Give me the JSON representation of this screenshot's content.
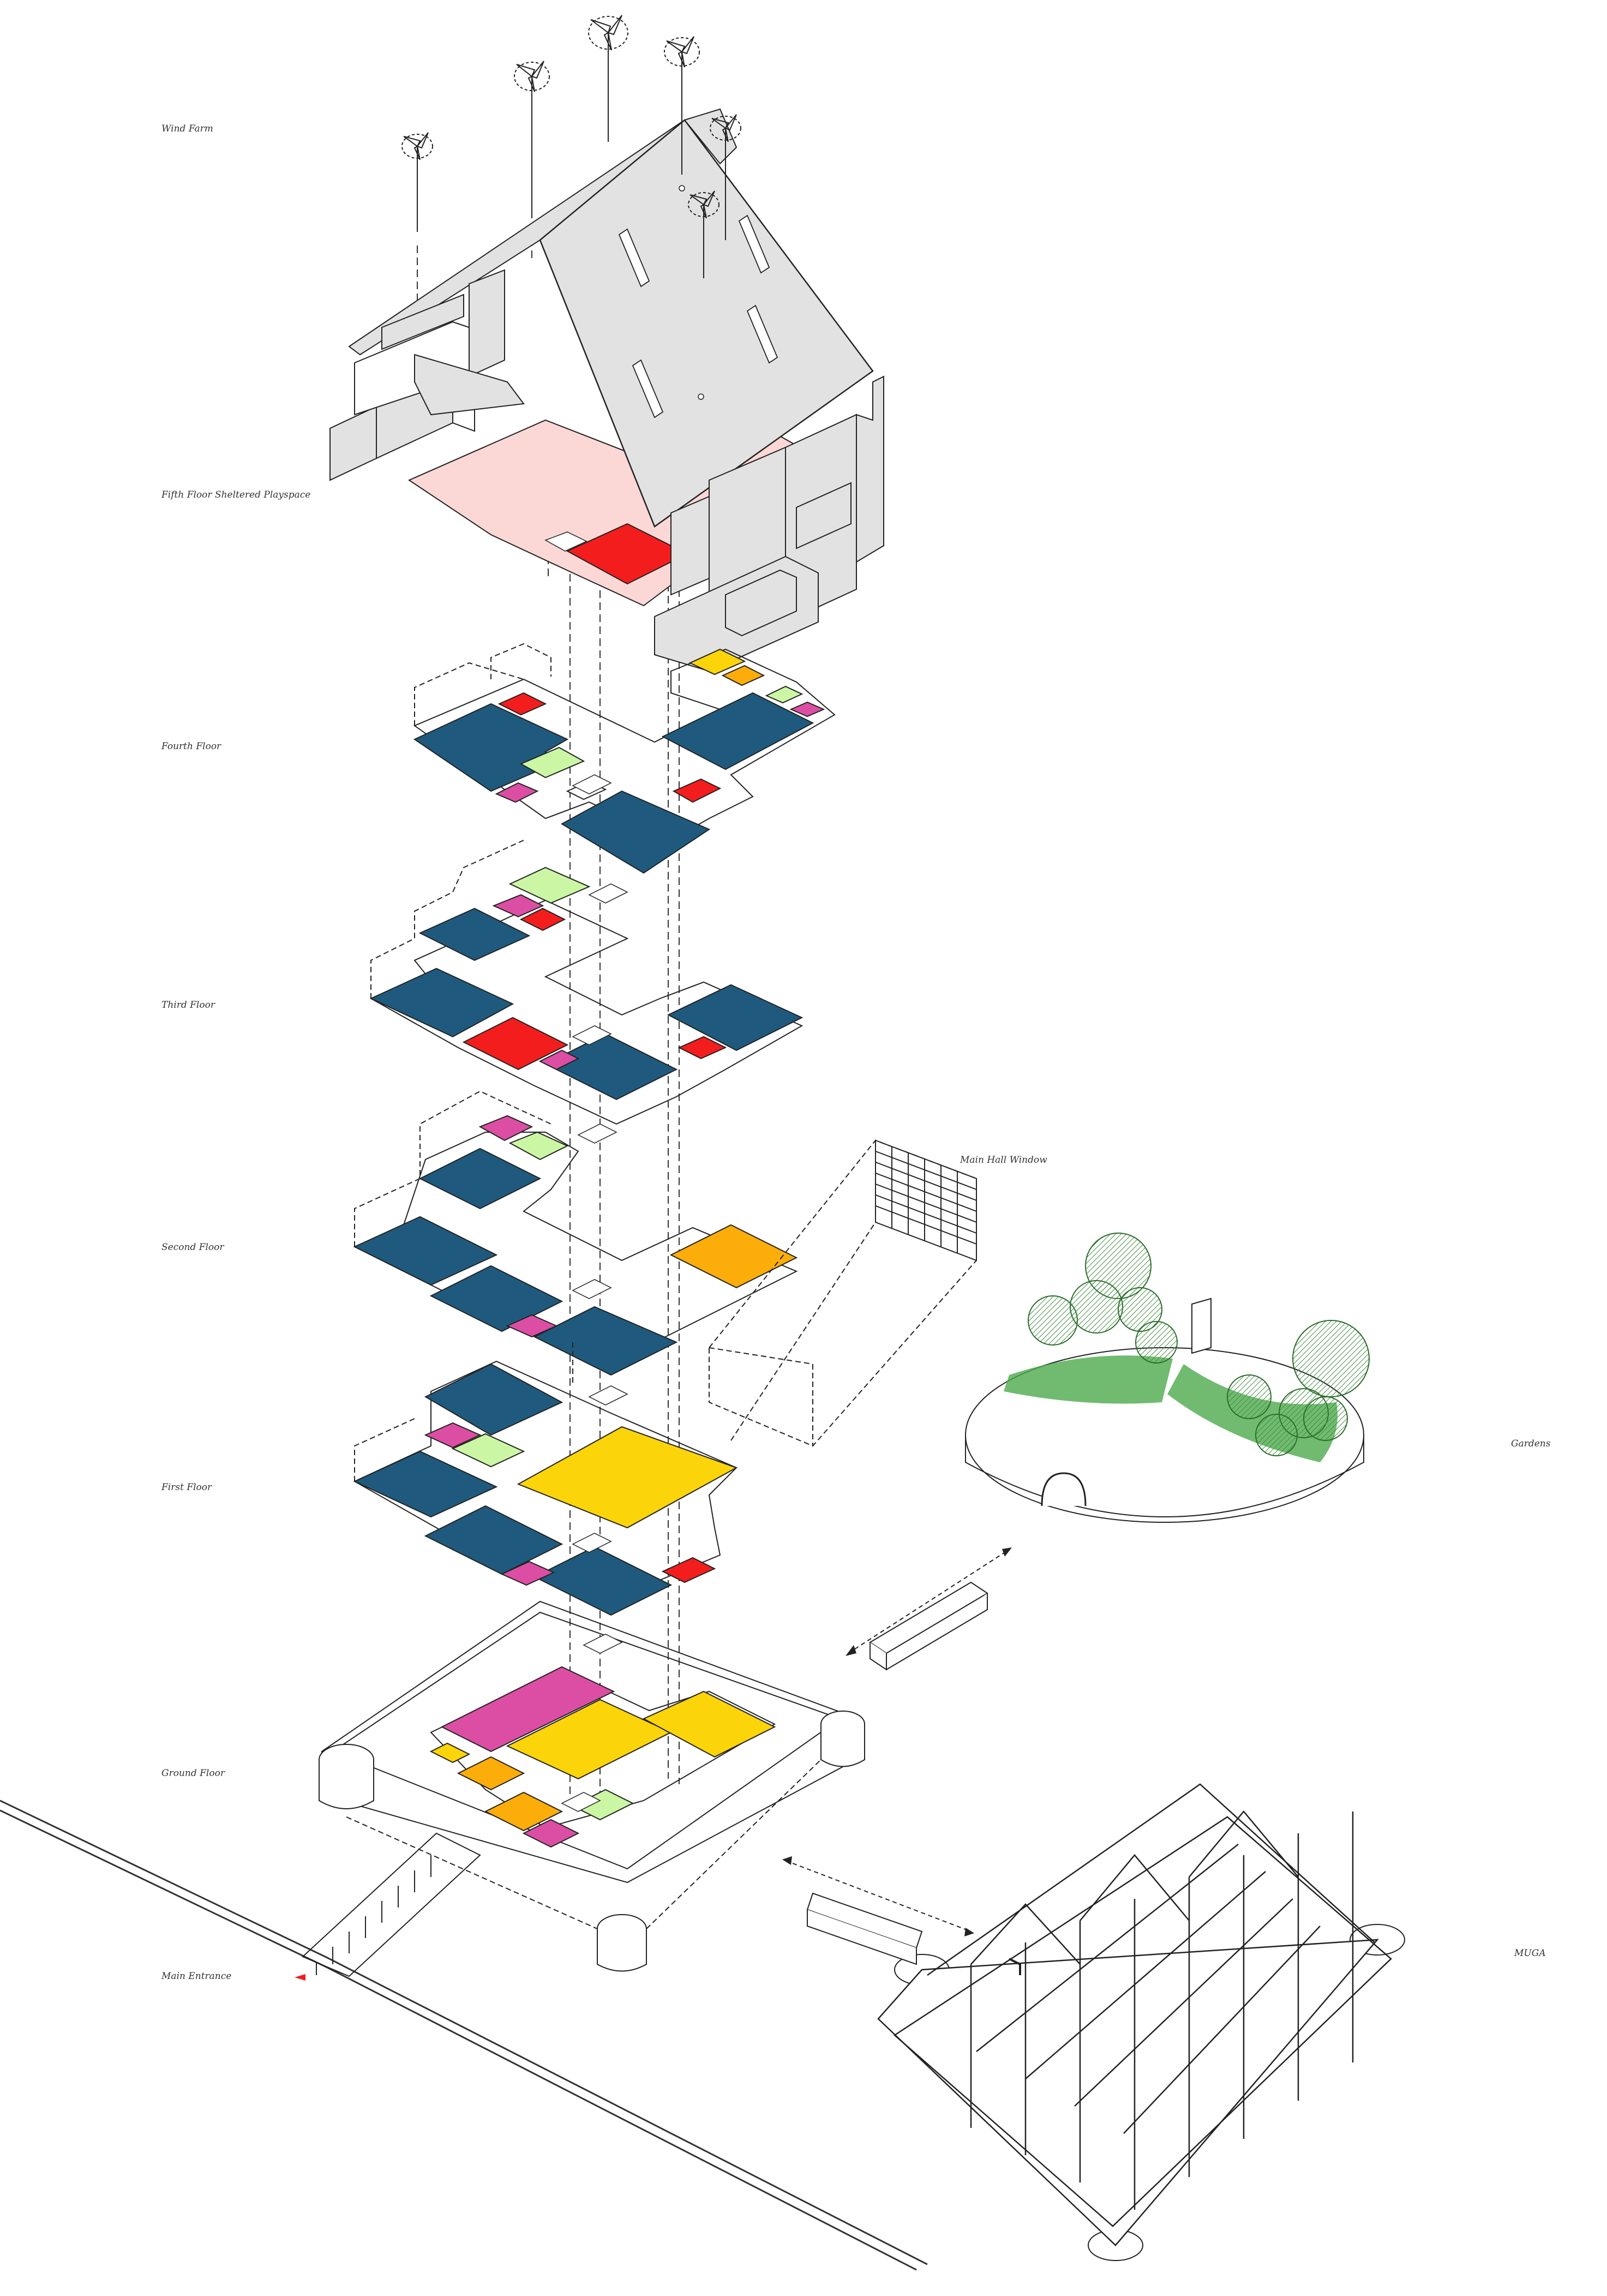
{
  "labels": {
    "wind_farm": "Wind Farm",
    "fifth_floor": "Fifth Floor Sheltered Playspace",
    "fourth_floor": "Fourth Floor",
    "third_floor": "Third Floor",
    "second_floor": "Second Floor",
    "first_floor": "First Floor",
    "ground_floor": "Ground Floor",
    "main_entrance": "Main Entrance",
    "main_hall_window": "Main Hall Window",
    "gardens": "Gardens",
    "muga": "MUGA"
  },
  "colors": {
    "navy": "#1f5a7e",
    "red": "#f31d1d",
    "magenta": "#dc4ea4",
    "lime": "#cbf7a4",
    "yellow": "#fcd40a",
    "orange": "#fcad0a",
    "pink": "#fbd7d5",
    "roof_grey": "#e2e2e2",
    "tree_green": "#4caa4c"
  }
}
